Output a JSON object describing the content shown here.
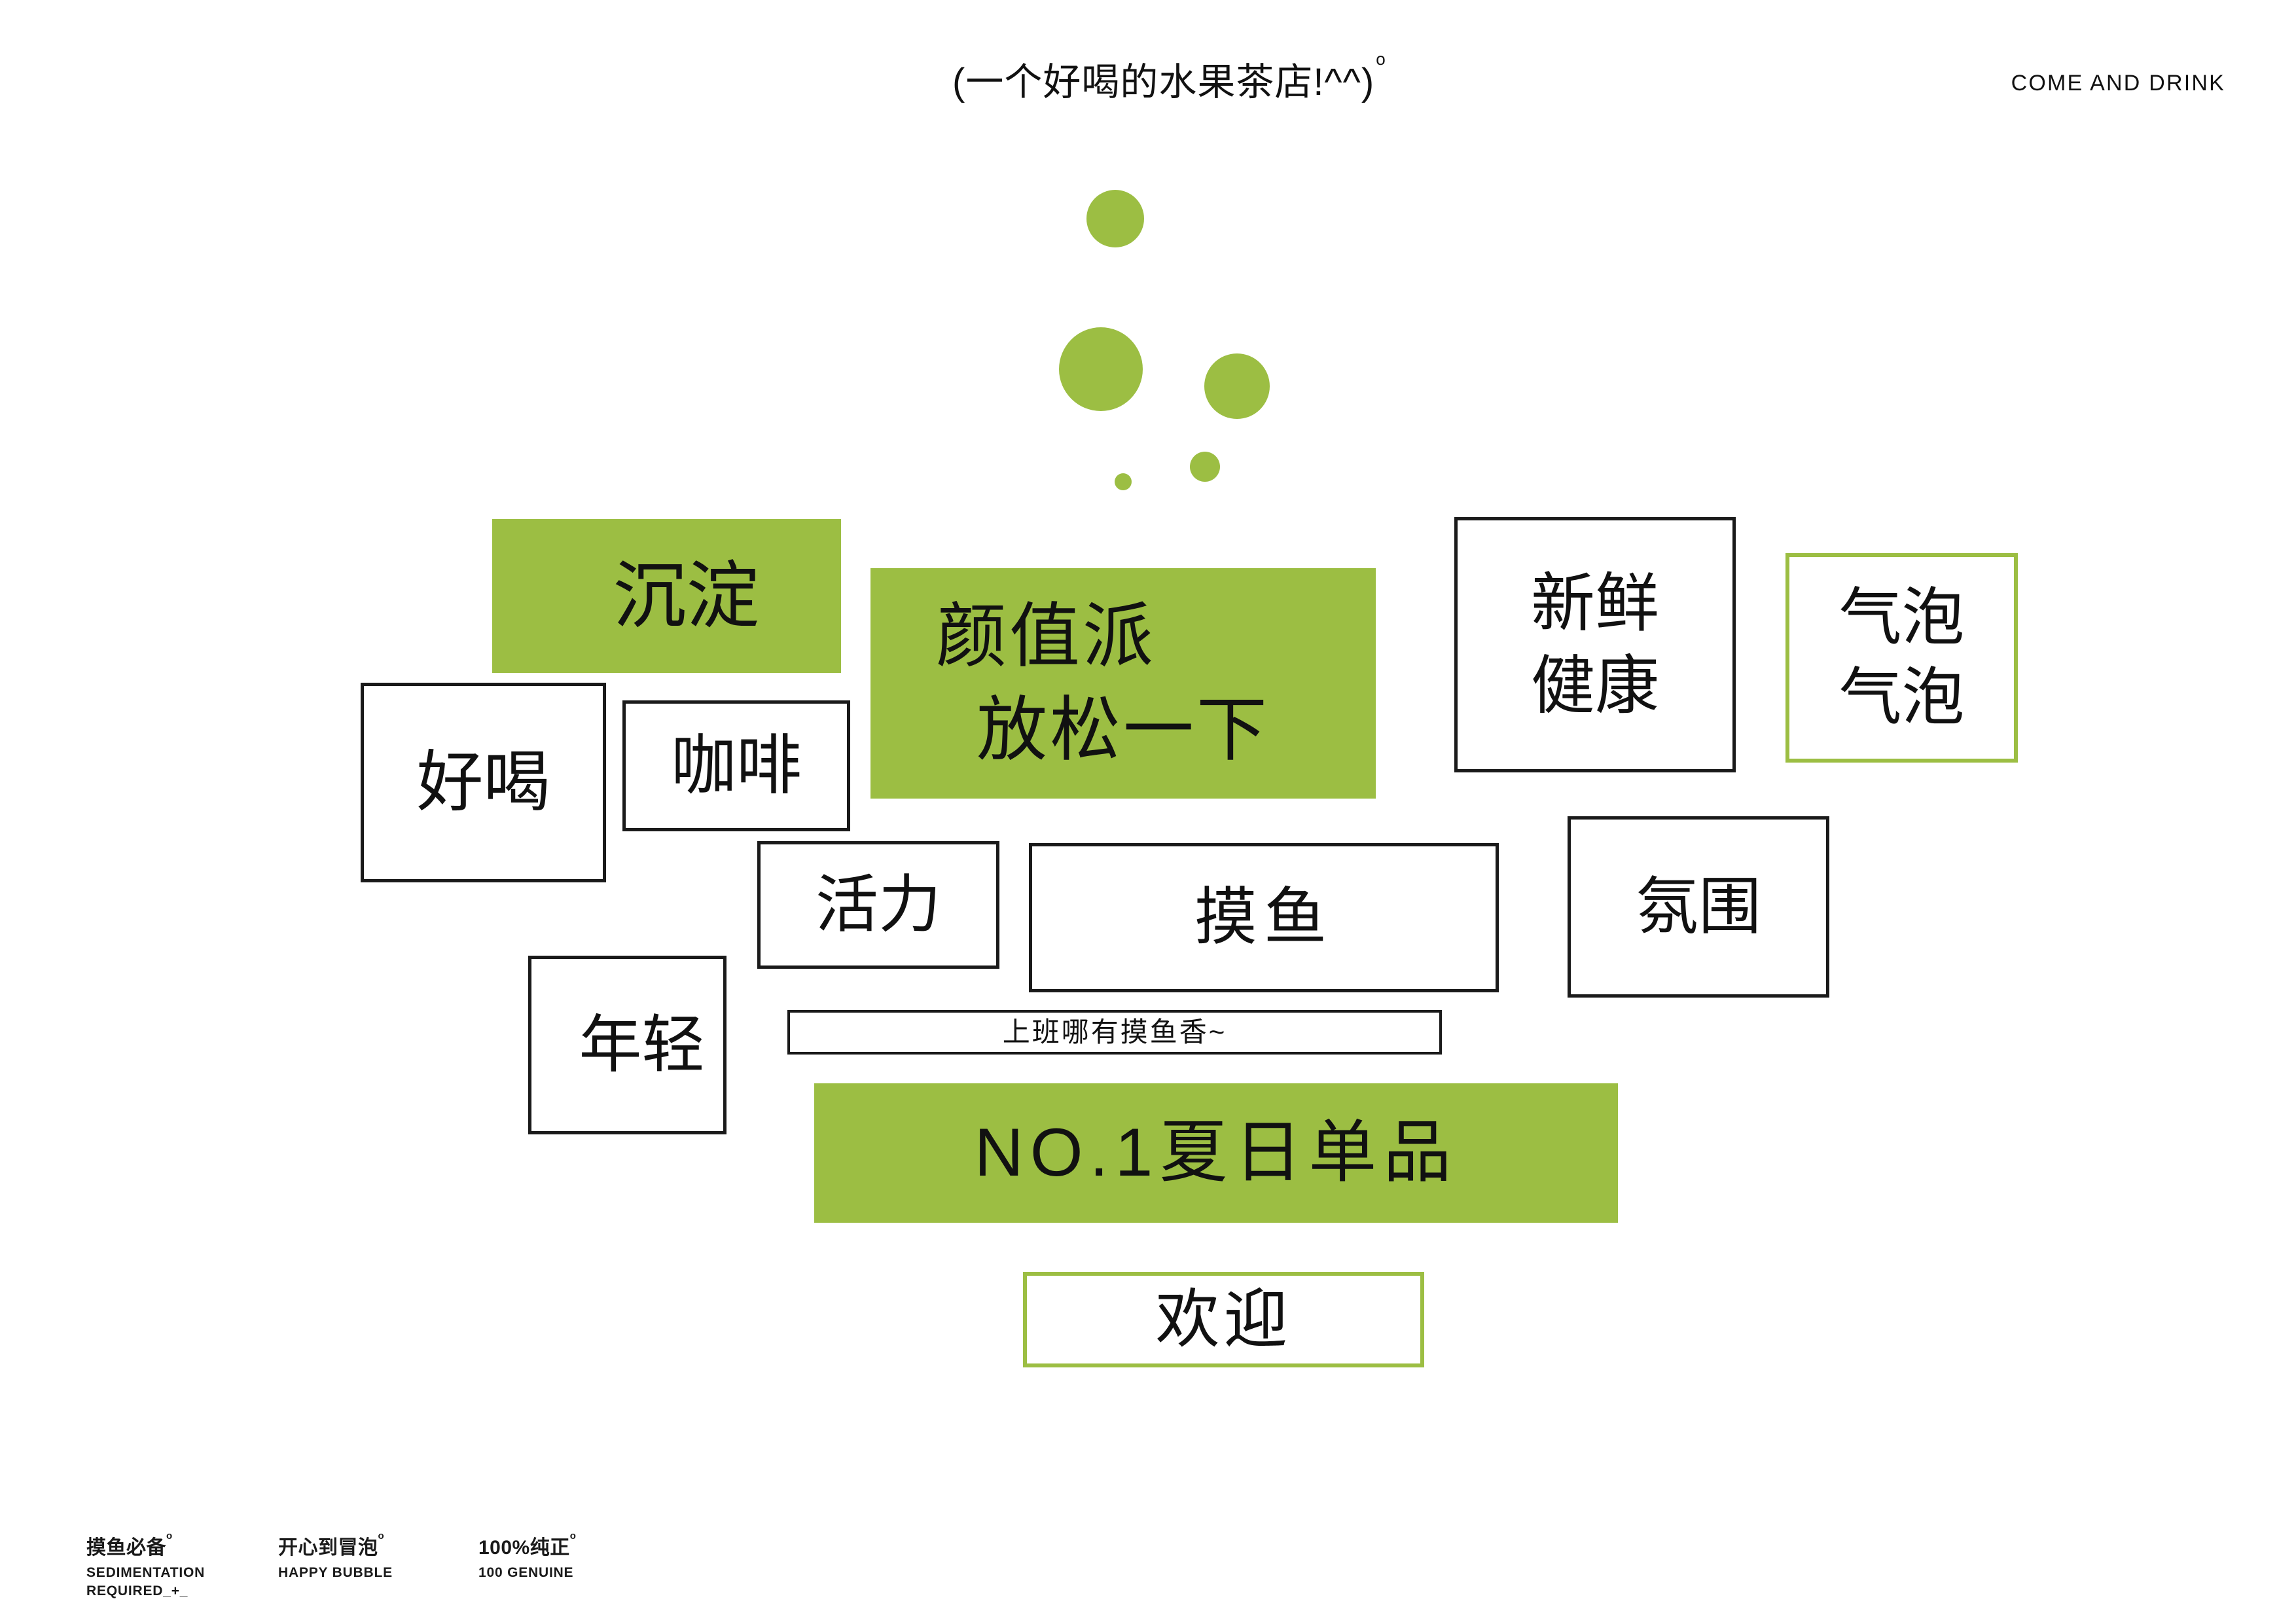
{
  "header": {
    "title": "(一个好喝的水果茶店!^^)",
    "title_superscript": "o",
    "right_label": "COME AND DRINK"
  },
  "colors": {
    "brand_green": "#9cbe43",
    "ink": "#1a1a1a",
    "background": "#ffffff"
  },
  "bubbles": [
    {
      "name": "bubble-top",
      "size": 88
    },
    {
      "name": "bubble-large-left",
      "size": 128
    },
    {
      "name": "bubble-medium-right",
      "size": 100
    },
    {
      "name": "bubble-small-right",
      "size": 46
    },
    {
      "name": "bubble-tiny-left",
      "size": 26
    }
  ],
  "tags": {
    "chendian": {
      "line1": "沉淀"
    },
    "yanzhipai": {
      "line1": "颜值派",
      "line2": "放松一下"
    },
    "haohe": {
      "line1": "好喝"
    },
    "kafei": {
      "line1": "咖啡"
    },
    "xinxian": {
      "line1": "新鲜",
      "line2": "健康"
    },
    "qipao": {
      "line1": "气泡",
      "line2": "气泡"
    },
    "huoli": {
      "line1": "活力"
    },
    "moyu": {
      "line1": "摸鱼"
    },
    "fenwei": {
      "line1": "氛围"
    },
    "nianqing": {
      "line1": "年轻"
    },
    "slogan_bar": {
      "line1": "上班哪有摸鱼香~"
    },
    "no1": {
      "line1": "NO.1夏日单品"
    },
    "huanying": {
      "line1": "欢迎"
    }
  },
  "footer": [
    {
      "cn": "摸鱼必备",
      "deg": "o",
      "en": "SEDIMENTATION REQUIRED_+_"
    },
    {
      "cn": "开心到冒泡",
      "deg": "o",
      "en": "HAPPY BUBBLE"
    },
    {
      "cn": "100%纯正",
      "deg": "o",
      "en": "100 GENUINE"
    }
  ]
}
